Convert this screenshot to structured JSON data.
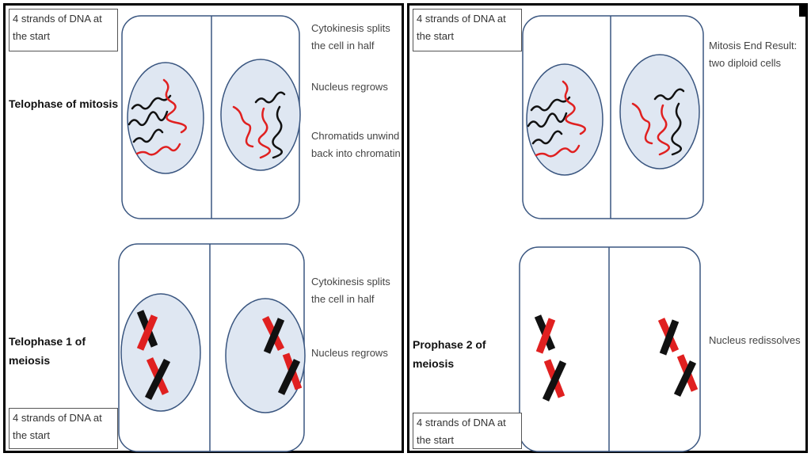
{
  "left_panel": {
    "top_box": "4 strands of DNA at the start",
    "mitosis_title": "Telophase of mitosis",
    "mitosis_notes": [
      "Cytokinesis splits the cell in half",
      "Nucleus regrows",
      "Chromatids unwind back into chromatin"
    ],
    "meiosis_title": "Telophase 1 of meiosis",
    "meiosis_notes": [
      "Cytokinesis splits the cell in half",
      "Nucleus regrows"
    ],
    "bottom_box": "4 strands of DNA at the start"
  },
  "right_panel": {
    "top_box": "4 strands of DNA at the start",
    "mitosis_note": "Mitosis End Result: two diploid cells",
    "meiosis_title": "Prophase 2 of meiosis",
    "meiosis_note": "Nucleus redissolves",
    "bottom_box": "4 strands of DNA at the start"
  },
  "colors": {
    "chromosome_a": "#e02020",
    "chromosome_b": "#111111",
    "nucleus_fill": "#dfe7f2",
    "outline": "#3a5680"
  }
}
